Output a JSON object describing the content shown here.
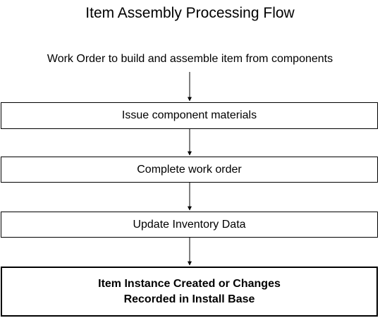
{
  "title": "Item Assembly Processing Flow",
  "intro": "Work Order to build and assemble item from components",
  "steps": [
    {
      "label": "Issue component materials"
    },
    {
      "label": "Complete work order"
    },
    {
      "label": "Update Inventory Data"
    },
    {
      "lines": [
        "Item Instance Created or Changes",
        "Recorded in Install Base"
      ]
    }
  ],
  "colors": {
    "line": "#000000",
    "background": "#ffffff"
  }
}
